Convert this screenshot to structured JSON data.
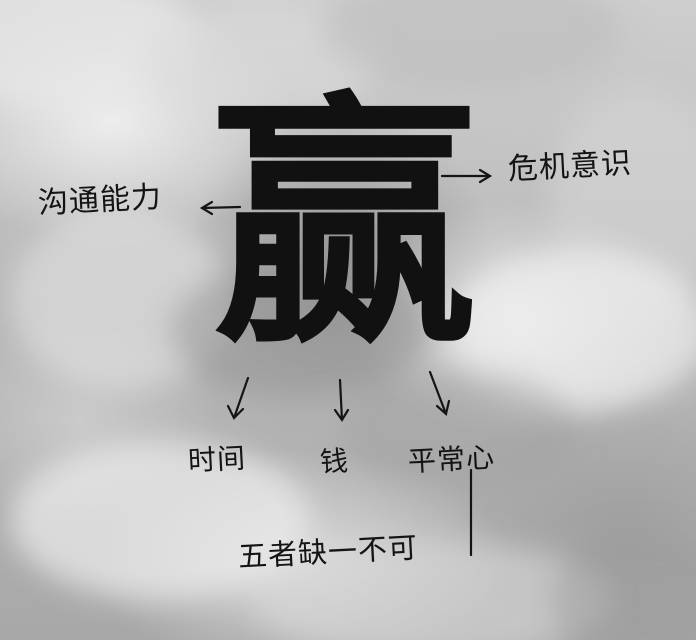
{
  "main_character": "赢",
  "left_label": "沟通能力",
  "right_label": "危机意识",
  "bottom_labels": [
    "时间",
    "钱",
    "平常心"
  ],
  "footnote": "五者缺一不可"
}
